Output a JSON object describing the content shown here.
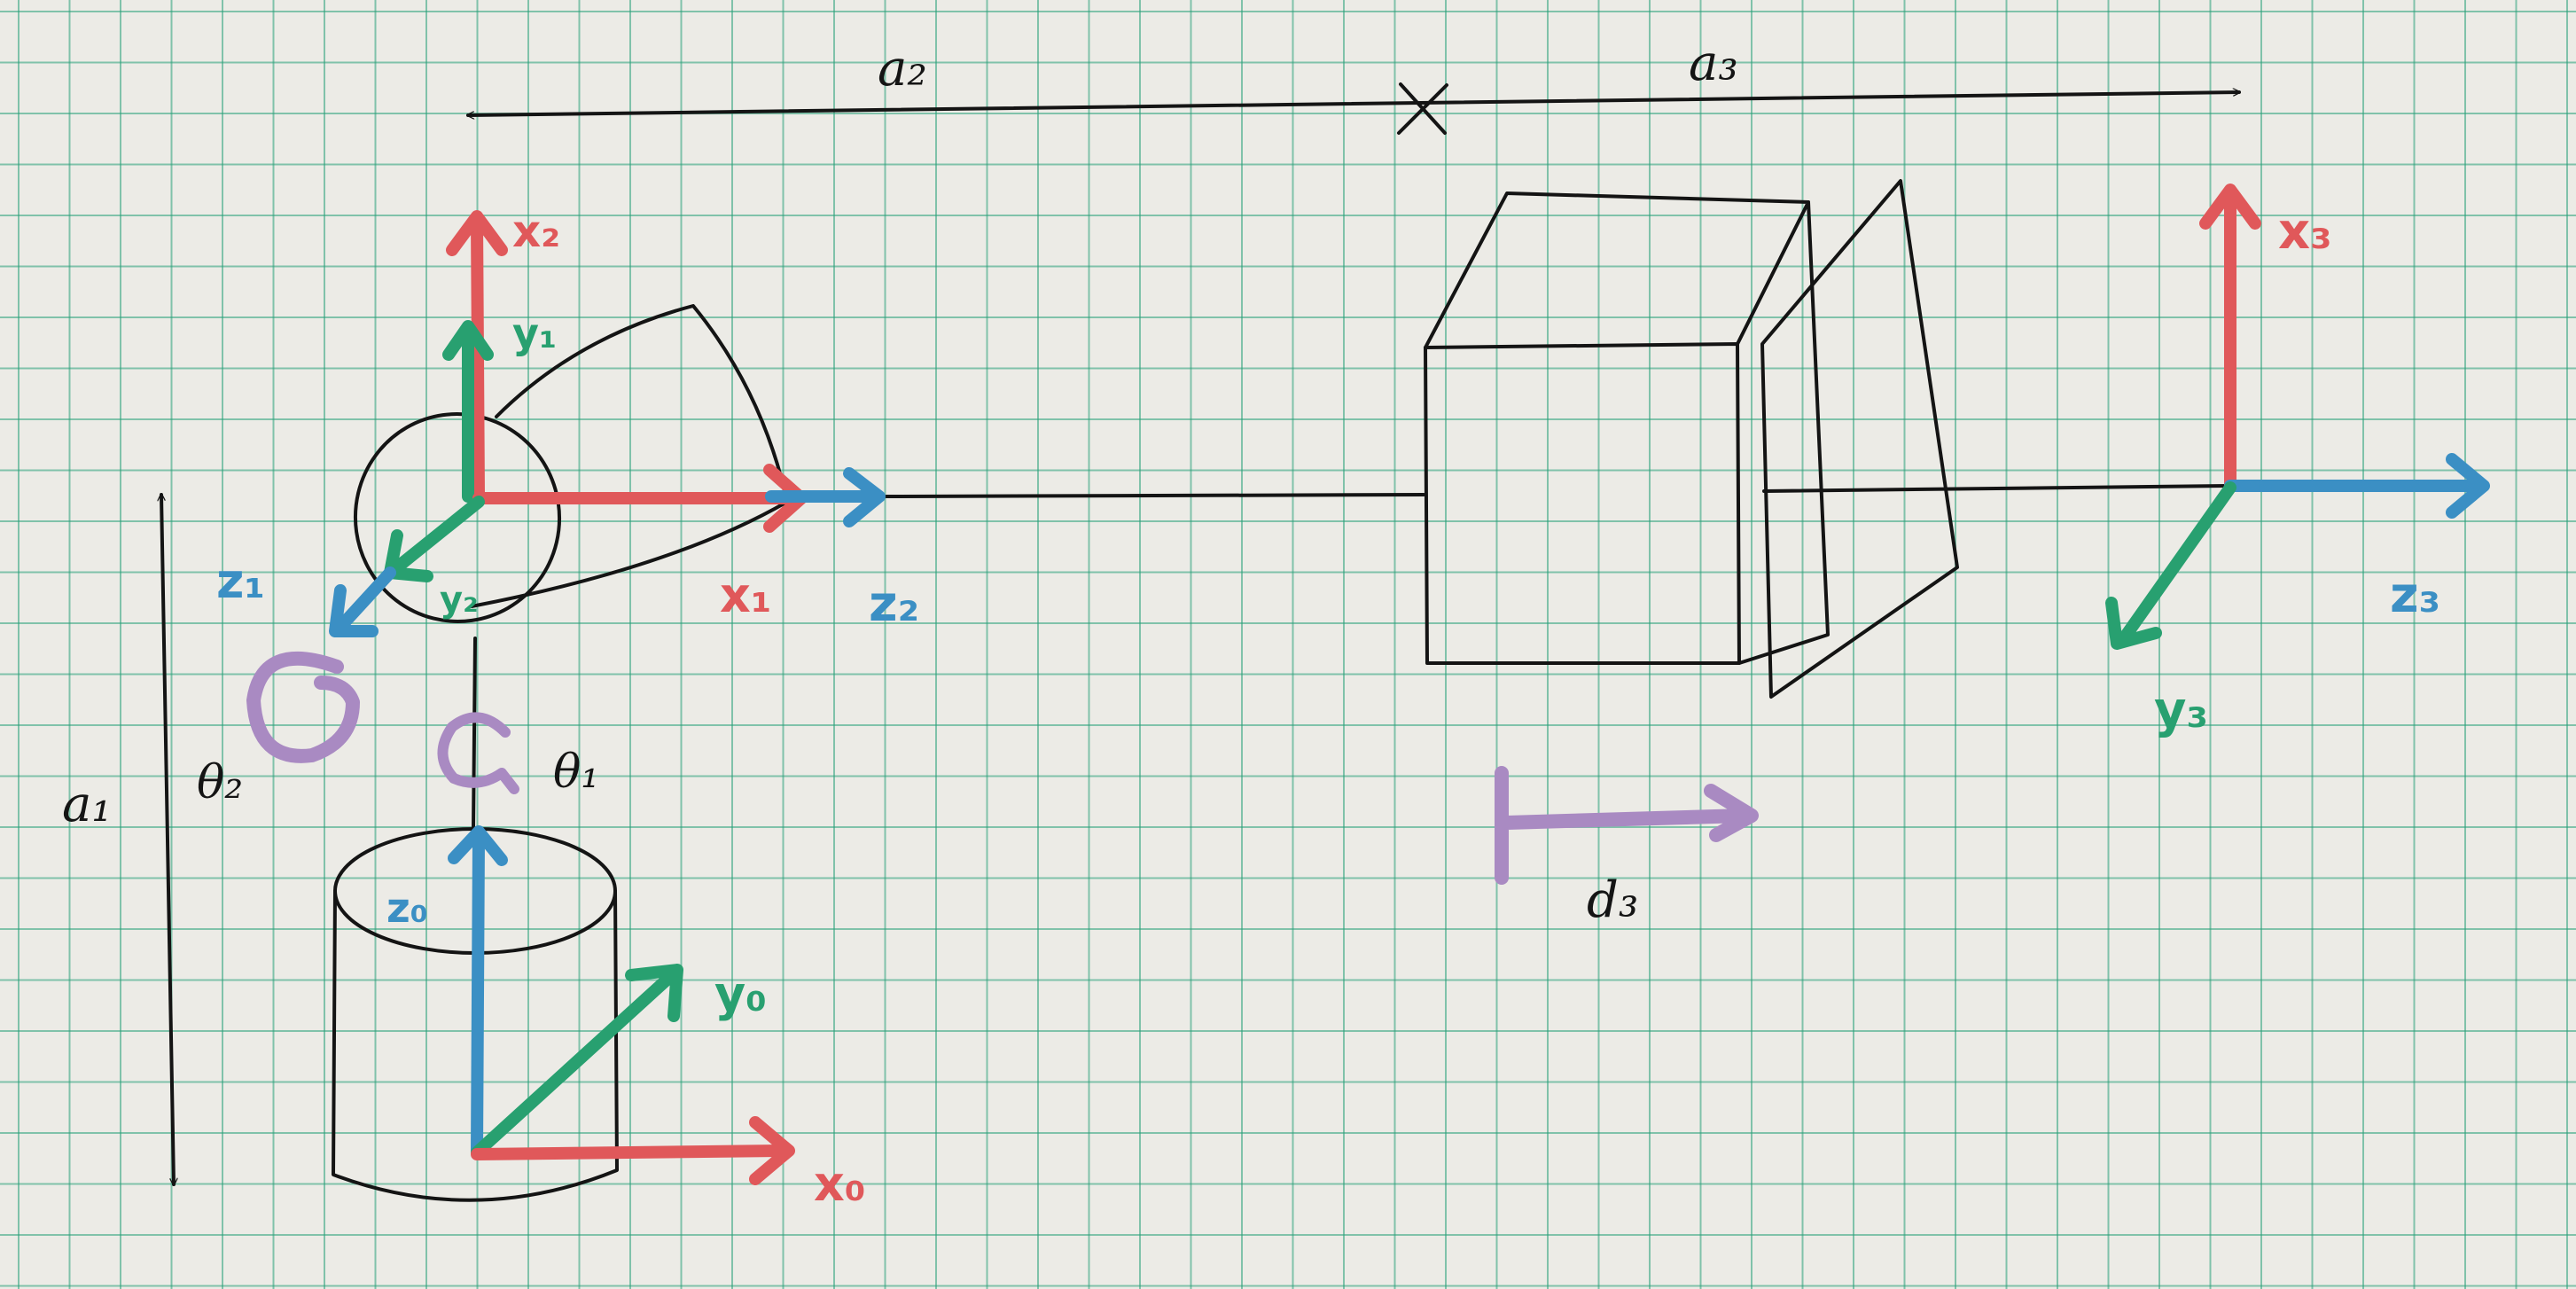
{
  "colors": {
    "ink": "#141414",
    "x_axis": "#e0585a",
    "y_axis": "#28a070",
    "z_axis": "#3b8fc4",
    "joint": "#a98ac2",
    "grid": "#3aa884",
    "paper": "#ecebe6"
  },
  "dimensions": {
    "a1": "a₁",
    "a2": "a₂",
    "a3": "a₃",
    "d3": "d₃"
  },
  "joints": {
    "theta1": "θ₁",
    "theta2": "θ₂"
  },
  "frames": {
    "frame0": {
      "x": "x₀",
      "y": "y₀",
      "z": "z₀"
    },
    "frame1": {
      "x": "x₁",
      "y": "y₁",
      "z": "z₁"
    },
    "frame2": {
      "x": "x₂",
      "y": "y₂",
      "z": "z₂"
    },
    "frame3": {
      "x": "x₃",
      "y": "y₃",
      "z": "z₃"
    }
  }
}
